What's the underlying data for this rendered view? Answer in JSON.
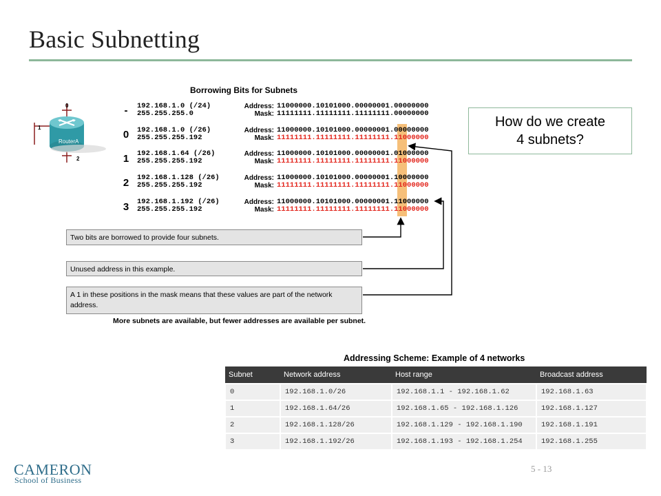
{
  "slide": {
    "title": "Basic Subnetting",
    "page_number": "5 - 13"
  },
  "figure": {
    "title": "Borrowing Bits for Subnets",
    "router": {
      "label": "RouterA",
      "ports": [
        "0",
        "1",
        "2"
      ]
    },
    "rows": [
      {
        "num": "-",
        "network": "192.168.1.0 (/24)",
        "mask": "255.255.255.0",
        "address_label": "Address:",
        "mask_label": "Mask:",
        "address_bits": "11000000.10101000.00000001.00000000",
        "mask_bits": "11111111.11111111.11111111.00000000",
        "mask_red": false
      },
      {
        "num": "0",
        "network": "192.168.1.0 (/26)",
        "mask": "255.255.255.192",
        "address_label": "Address:",
        "mask_label": "Mask:",
        "address_bits": "11000000.10101000.00000001.00000000",
        "mask_bits": "11111111.11111111.11111111.11000000",
        "mask_red": true
      },
      {
        "num": "1",
        "network": "192.168.1.64 (/26)",
        "mask": "255.255.255.192",
        "address_label": "Address:",
        "mask_label": "Mask:",
        "address_bits": "11000000.10101000.00000001.01000000",
        "mask_bits": "11111111.11111111.11111111.11000000",
        "mask_red": true
      },
      {
        "num": "2",
        "network": "192.168.1.128 (/26)",
        "mask": "255.255.255.192",
        "address_label": "Address:",
        "mask_label": "Mask:",
        "address_bits": "11000000.10101000.00000001.10000000",
        "mask_bits": "11111111.11111111.11111111.11000000",
        "mask_red": true
      },
      {
        "num": "3",
        "network": "192.168.1.192 (/26)",
        "mask": "255.255.255.192",
        "address_label": "Address:",
        "mask_label": "Mask:",
        "address_bits": "11000000.10101000.00000001.11000000",
        "mask_bits": "11111111.11111111.11111111.11000000",
        "mask_red": true
      }
    ],
    "callouts": [
      "Two bits are borrowed to provide four subnets.",
      "Unused address in this example.",
      "A 1 in these positions in the mask means that these values are part of the network address."
    ],
    "note": "More subnets are available, but fewer addresses are available per subnet.",
    "highlight_color": "#f5b86a",
    "bit_red_color": "#e2231a"
  },
  "question": {
    "line1": "How do we create",
    "line2": "4 subnets?"
  },
  "table": {
    "title": "Addressing Scheme: Example of 4 networks",
    "headers": [
      "Subnet",
      "Network address",
      "Host range",
      "Broadcast address"
    ],
    "rows": [
      [
        "0",
        "192.168.1.0/26",
        "192.168.1.1 - 192.168.1.62",
        "192.168.1.63"
      ],
      [
        "1",
        "192.168.1.64/26",
        "192.168.1.65 - 192.168.1.126",
        "192.168.1.127"
      ],
      [
        "2",
        "192.168.1.128/26",
        "192.168.1.129 - 192.168.1.190",
        "192.168.1.191"
      ],
      [
        "3",
        "192.168.1.192/26",
        "192.168.1.193 - 192.168.1.254",
        "192.168.1.255"
      ]
    ]
  },
  "logo": {
    "line1": "CAMERON",
    "line2": "School of Business"
  }
}
